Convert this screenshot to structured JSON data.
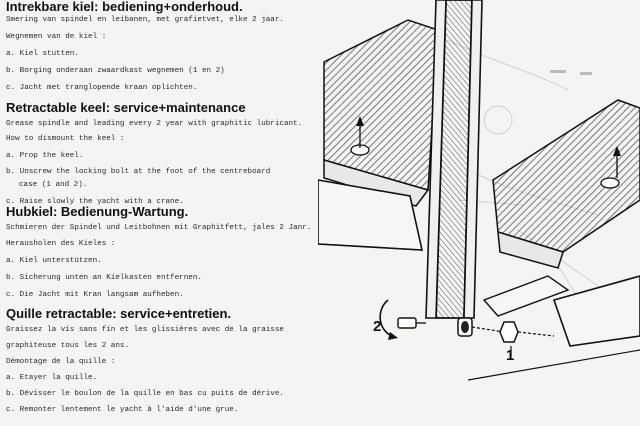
{
  "sections": [
    {
      "id": "nl",
      "heading": "Intrekbare kiel: bediening+onderhoud.",
      "lines": [
        "Smering van spindel en leibanen, met grafietvet, elke 2 jaar.",
        "Wegnemen van de kiel :",
        "a. Kiel stutten.",
        "b. Borging onderaan zwaardkast wegnemen (1 en 2)",
        "c. Jacht met tranglopende kraan oplichten."
      ]
    },
    {
      "id": "en",
      "heading": "Retractable keel: service+maintenance",
      "lines": [
        "Grease spindle and leading every 2 year with graphitic lubricant.",
        "How to dismount the keel :",
        "a. Prop the keel.",
        "b. Unscrew the locking bolt at the foot of the centreboard",
        "case (1 and 2).",
        "c. Raise slowly the yacht with a crane."
      ]
    },
    {
      "id": "de",
      "heading": "Hubkiel: Bedienung-Wartung.",
      "lines": [
        "Schmieren der Spindel und Leitbohnen mit Graphitfett, jales 2 Janr.",
        "Herausholen des Kieles :",
        "a. Kiel unterstützen.",
        "b. Sicherung unten an Kielkasten entfernen.",
        "c. Die Jacht mit Kran langsam aufheben."
      ]
    },
    {
      "id": "fr",
      "heading": "Quille retractable: service+entretien.",
      "lines": [
        "Graissez la vis sans fin et les glissières avec de la graisse",
        "graphiteuse tous les 2 ans.",
        "Démontage de la quille :",
        "a. Etayer la quille.",
        "b. Dévisser le boulon de la quille en bas cu puits de dérive.",
        "c. Remonter lentement le yacht à l'aide d'une grue."
      ]
    }
  ],
  "figure": {
    "callouts": [
      "2",
      "1"
    ]
  }
}
